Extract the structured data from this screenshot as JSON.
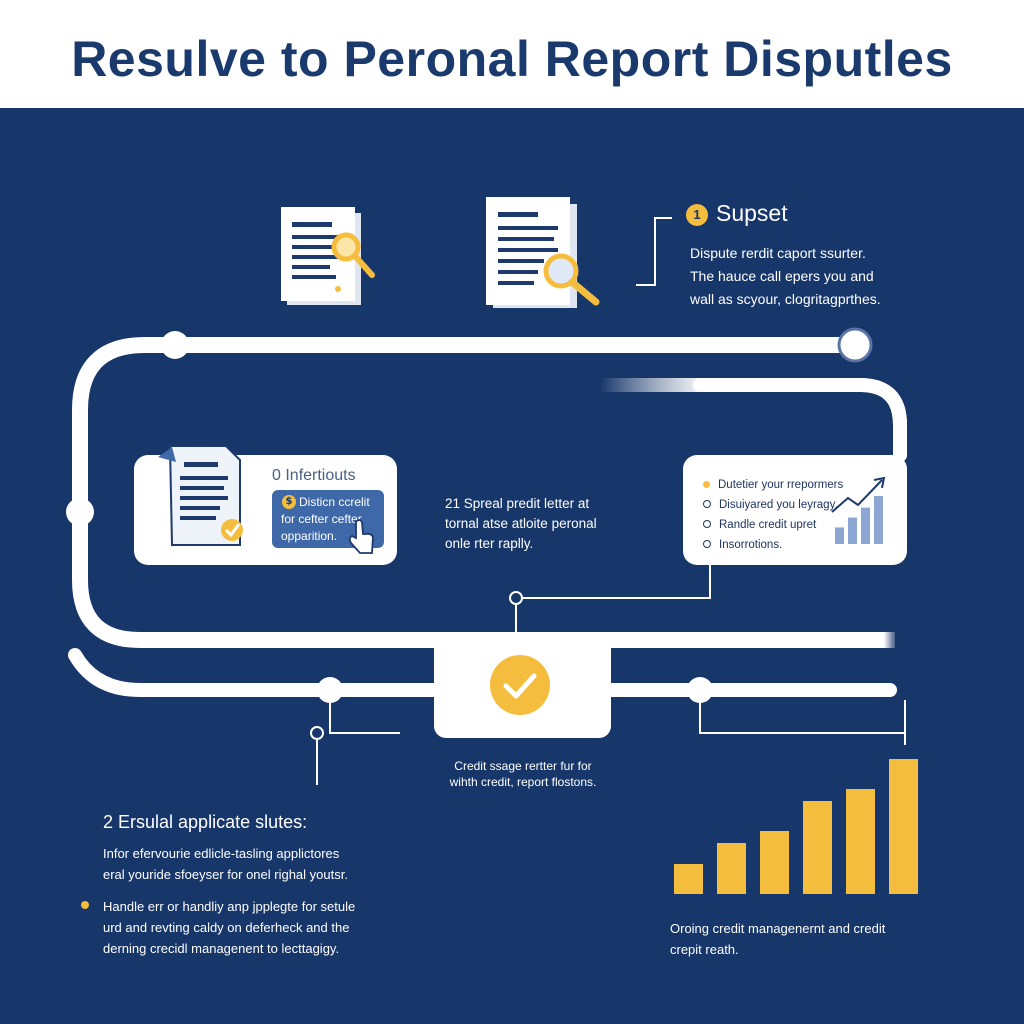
{
  "title": "Resulve to Peronal Report Disputles",
  "step1": {
    "number": "1",
    "heading": "Supset",
    "lines": [
      "Dispute rerdit caport ssurter.",
      "The hauce call epers you and",
      "wall as scyour, clogritagprthes."
    ]
  },
  "card_left": {
    "heading": "0 Infertiouts",
    "button_icon": "$",
    "button_lines": [
      "Disticn ccrelit",
      "for cefter cefter",
      "opparition."
    ]
  },
  "middle_text": [
    "21 Spreal predit letter at",
    "tornal atse atloite peronal",
    "onle rter raplly."
  ],
  "card_right": {
    "items": [
      {
        "text": "Dutetier your rrepormers",
        "marker": "dot"
      },
      {
        "text": "Disuiyared you leyragy.",
        "marker": "ring"
      },
      {
        "text": "Randle credit upret",
        "marker": "ring"
      },
      {
        "text": "Insorrotions.",
        "marker": "ring"
      }
    ]
  },
  "center_caption": [
    "Credit ssage rertter fur for",
    "wihth credit, report flostons."
  ],
  "step2": {
    "heading": "2 Ersulal applicate slutes:",
    "lines": [
      "Infor efervourie edlicle-tasling applictores",
      "eral youride sfoeyser for onel righal youtsr."
    ],
    "bullet_lines": [
      "Handle err or handliy anp jpplegte for setule",
      "urd and revting caldy on deferheck and the",
      "derning crecidl managenent to lecttagigy."
    ]
  },
  "growth_caption": [
    "Oroing credit managenernt and credit",
    "crepit reath."
  ],
  "chart_data": {
    "type": "bar",
    "values": [
      1,
      1.7,
      2.1,
      3.1,
      3.5,
      4.5
    ],
    "colors": {
      "bar": "#f5bd3d"
    }
  },
  "mini_chart": {
    "values": [
      1,
      1.6,
      2.2,
      2.9
    ]
  },
  "colors": {
    "background": "#17366a",
    "accent": "#f5bd3d",
    "white": "#ffffff",
    "button_blue": "#3e68a8"
  },
  "icons": [
    "document-search-icon",
    "document-search-icon",
    "document-check-icon",
    "hand-cursor-icon",
    "checkmark-icon",
    "trend-arrow-icon"
  ]
}
